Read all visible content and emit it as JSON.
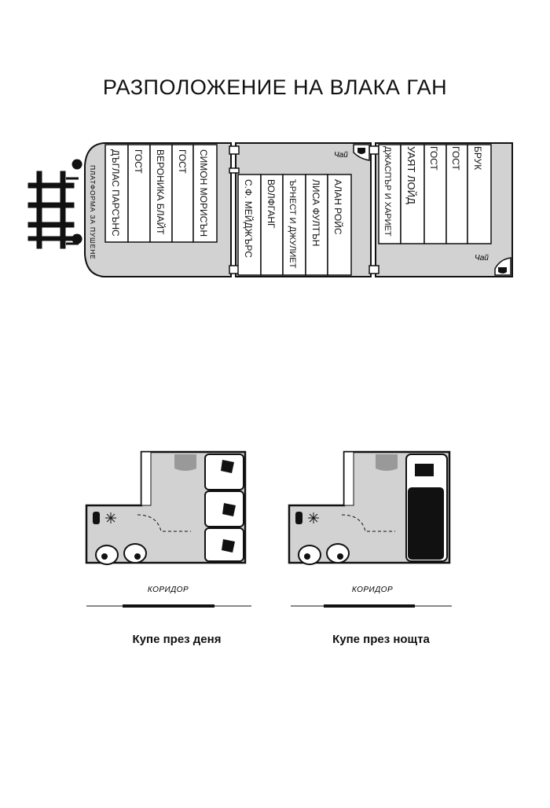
{
  "title": "РАЗПОЛОЖЕНИЕ НА ВЛАКА ГАН",
  "smoking_platform": "ПЛАТФОРМА ЗА ПУШЕНЕ",
  "tea_label": "Чай",
  "car1_compartments": [
    "ДЪГЛАС ПАРСЪНС",
    "ГОСТ",
    "ВЕРОНИКА БЛАЙТ",
    "ГОСТ",
    "СИМОН МОРИСЪН"
  ],
  "car2_compartments": [
    "С.Ф. МЕЙДЖЪРС",
    "ВОЛФГАНГ",
    "ЪРНЕСТ И ДЖУЛИЕТ",
    "ЛИСА ФУЛТЪН",
    "АЛАН РОЙС"
  ],
  "car3_compartments": [
    "ДЖАСПЪР И ХАРИЕТ",
    "УАЯТ ЛОЙД",
    "ГОСТ",
    "ГОСТ",
    "БРУК"
  ],
  "corridor_label": "КОРИДОР",
  "day_caption": "Купе през деня",
  "night_caption": "Купе през нощта",
  "colors": {
    "floor": "#d2d2d2",
    "wall": "#111111",
    "seat": "#ffffff"
  }
}
